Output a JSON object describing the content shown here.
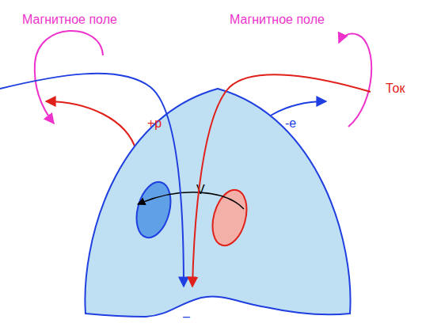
{
  "diagram": {
    "nodes": [
      {
        "text": [
          "V",
          "–"
        ]
      }
    ],
    "labels": [
      "Магнитное поле",
      "Магнитное поле",
      "Ток",
      "+p",
      "-e"
    ]
  }
}
